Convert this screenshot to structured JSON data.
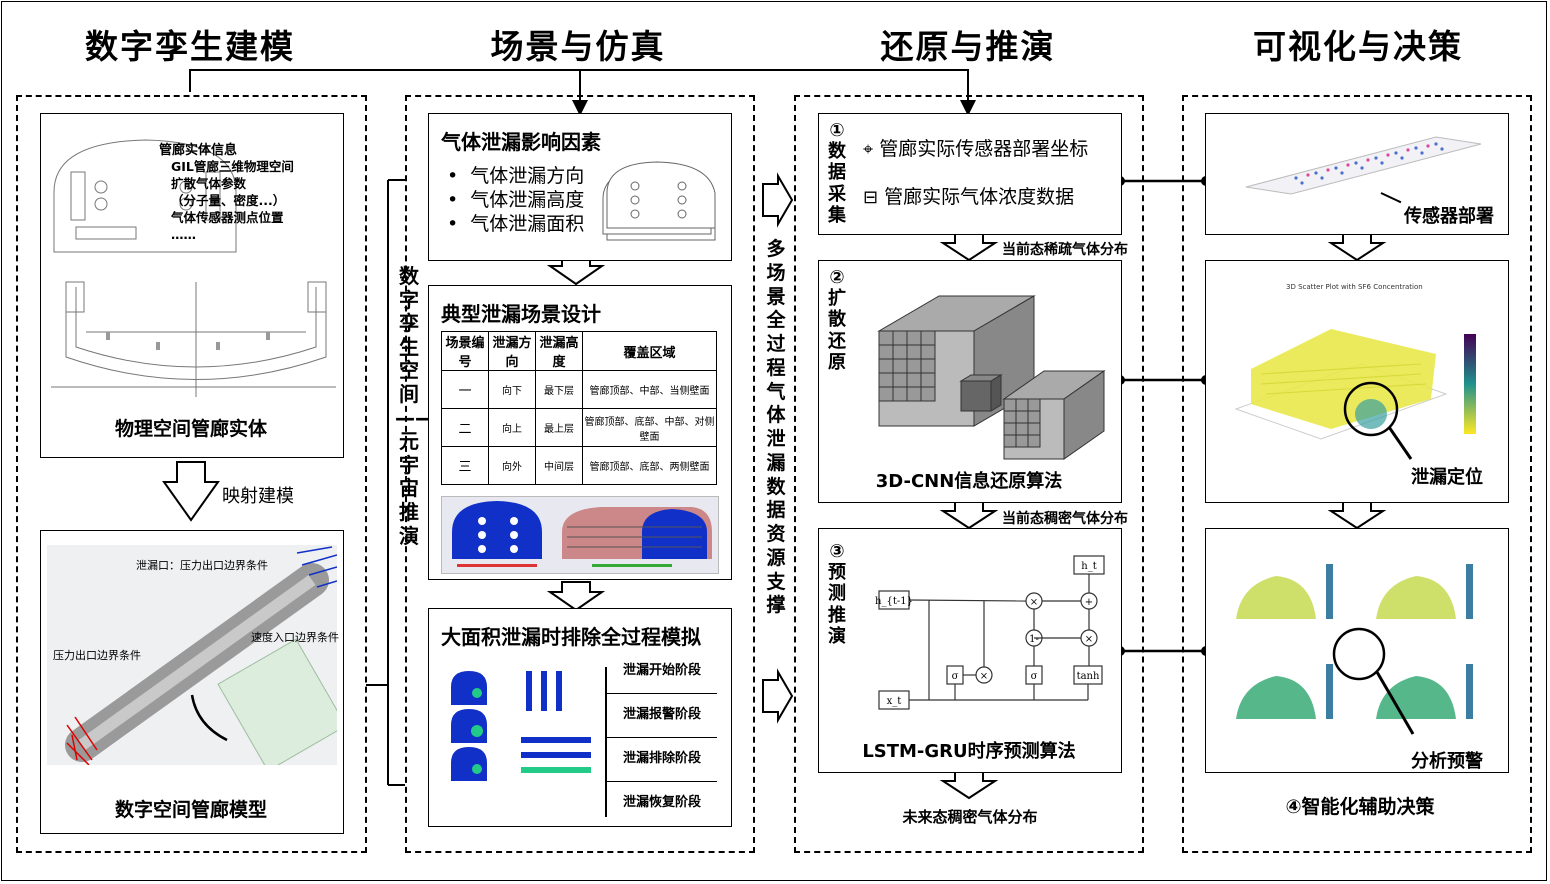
{
  "columns": {
    "col1": "数字孪生建模",
    "col2": "场景与仿真",
    "col3": "还原与推演",
    "col4": "可视化与决策"
  },
  "col1": {
    "entity_info_title": "管廊实体信息",
    "entity_info_items": [
      "GIL管廊三维物理空间",
      "扩散气体参数",
      "（分子量、密度...）",
      "气体传感器测点位置",
      "……"
    ],
    "physical_label": "物理空间管廊实体",
    "mapping_label": "映射建模",
    "digital_label": "数字空间管廊模型",
    "model_annotations": [
      "泄漏口：压力出口边界条件",
      "速度入口边界条件",
      "压力出口边界条件"
    ]
  },
  "col2": {
    "factors_title": "气体泄漏影响因素",
    "factors": [
      "气体泄漏方向",
      "气体泄漏高度",
      "气体泄漏面积"
    ],
    "scene_title": "典型泄漏场景设计",
    "table_headers": [
      "场景编号",
      "泄漏方向",
      "泄漏高度",
      "覆盖区域"
    ],
    "table_rows": [
      [
        "一",
        "向下",
        "最下层",
        "管廊顶部、中部、当侧壁面"
      ],
      [
        "二",
        "向上",
        "最上层",
        "管廊顶部、底部、中部、对侧壁面"
      ],
      [
        "三",
        "向外",
        "中间层",
        "管廊顶部、底部、两侧壁面"
      ]
    ],
    "process_title": "大面积泄漏时排除全过程模拟",
    "stages": [
      "泄漏开始阶段",
      "泄漏报警阶段",
      "泄漏排除阶段",
      "泄漏恢复阶段"
    ],
    "vertical_label": "数字孪生空间——元宇宙推演"
  },
  "middle": {
    "vertical_label": "多场景全过程气体泄漏数据资源支撑"
  },
  "col3": {
    "step1_label": "①数据采集",
    "step1_items": [
      "管廊实际传感器部署坐标",
      "管廊实际气体浓度数据"
    ],
    "arrow1_label": "当前态稀疏气体分布",
    "step2_label": "②扩散还原",
    "step2_algo": "3D-CNN信息还原算法",
    "arrow2_label": "当前态稠密气体分布",
    "step3_label": "③预测推演",
    "step3_algo": "LSTM-GRU时序预测算法",
    "final_label": "未来态稠密气体分布",
    "gru_nodes": [
      "h_{t-1}",
      "x_t",
      "h_t",
      "σ",
      "σ",
      "tanh",
      "1-"
    ]
  },
  "col4": {
    "sensor_label": "传感器部署",
    "leak_label": "泄漏定位",
    "warn_label": "分析预警",
    "decision_label": "④智能化辅助决策",
    "scatter_title": "3D Scatter Plot with SF6 Concentration"
  },
  "colors": {
    "frame": "#000000",
    "yellow": "#e8e84a",
    "viridis_dark": "#440154",
    "blue_contour": "#1030c8"
  }
}
